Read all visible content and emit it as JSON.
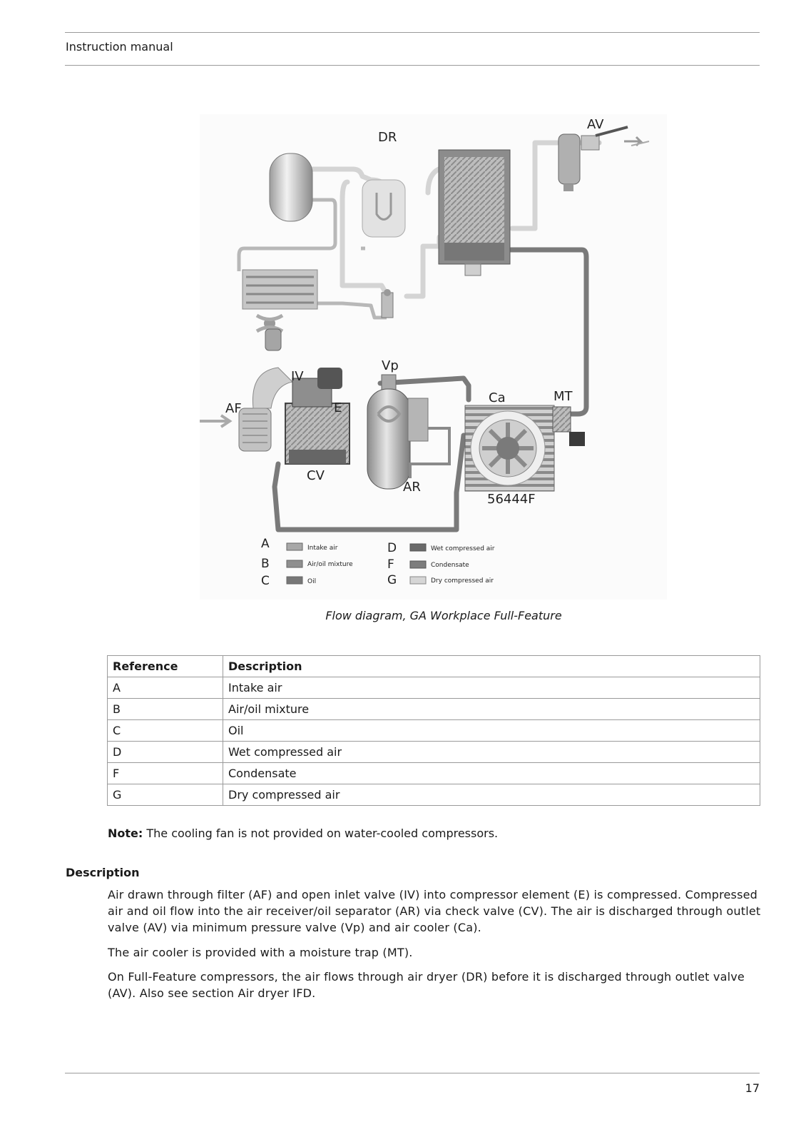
{
  "header": {
    "title": "Instruction manual"
  },
  "figure": {
    "labels": {
      "dr": "DR",
      "av": "AV",
      "iv": "IV",
      "vp": "Vp",
      "af": "AF",
      "e": "E",
      "ca": "Ca",
      "mt": "MT",
      "cv": "CV",
      "ar": "AR",
      "code": "56444F"
    },
    "legend": [
      {
        "key": "A",
        "text": "Intake air",
        "color": "#a8a8a8"
      },
      {
        "key": "B",
        "text": "Air/oil mixture",
        "color": "#8f8f8f"
      },
      {
        "key": "C",
        "text": "Oil",
        "color": "#777777"
      },
      {
        "key": "D",
        "text": "Wet compressed air",
        "color": "#6a6a6a"
      },
      {
        "key": "F",
        "text": "Condensate",
        "color": "#7d7d7d"
      },
      {
        "key": "G",
        "text": "Dry compressed air",
        "color": "#d6d6d6"
      }
    ],
    "caption": "Flow diagram, GA Workplace Full-Feature"
  },
  "table": {
    "headers": [
      "Reference",
      "Description"
    ],
    "rows": [
      [
        "A",
        "Intake air"
      ],
      [
        "B",
        "Air/oil mixture"
      ],
      [
        "C",
        "Oil"
      ],
      [
        "D",
        "Wet compressed air"
      ],
      [
        "F",
        "Condensate"
      ],
      [
        "G",
        "Dry compressed air"
      ]
    ]
  },
  "note": {
    "label": "Note:",
    "text": " The cooling fan is not provided on water-cooled compressors."
  },
  "description": {
    "heading": "Description",
    "paragraphs": [
      "Air drawn through filter (AF) and open inlet valve (IV) into compressor element (E) is compressed. Compressed air and oil flow into the air receiver/oil separator (AR) via check valve (CV). The air is discharged through outlet valve (AV) via minimum pressure valve (Vp) and air cooler (Ca).",
      "The air cooler is provided with a moisture trap (MT).",
      "On Full-Feature compressors, the air flows through air dryer (DR) before it is discharged through outlet valve (AV). Also see section Air dryer IFD."
    ]
  },
  "footer": {
    "page_number": "17"
  }
}
